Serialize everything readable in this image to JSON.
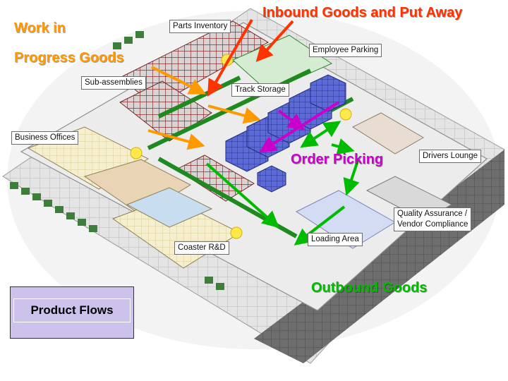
{
  "figure": {
    "area_labels": [
      {
        "key": "parts_inventory",
        "text": "Parts Inventory"
      },
      {
        "key": "employee_parking",
        "text": "Employee Parking"
      },
      {
        "key": "sub_assemblies",
        "text": "Sub-assemblies"
      },
      {
        "key": "track_storage",
        "text": "Track Storage"
      },
      {
        "key": "business_offices",
        "text": "Business Offices"
      },
      {
        "key": "drivers_lounge",
        "text": "Drivers Lounge"
      },
      {
        "key": "quality_assurance",
        "text": "Quality Assurance /\nVendor Compliance"
      },
      {
        "key": "coaster_rd",
        "text": "Coaster R&D"
      },
      {
        "key": "loading_area",
        "text": "Loading Area"
      }
    ],
    "flows": {
      "inbound": {
        "text": "Inbound Goods and Put Away",
        "color": "#ff3300"
      },
      "wip_line1": {
        "text": "Work in",
        "color": "#ff9900"
      },
      "wip_line2": {
        "text": "Progress Goods",
        "color": "#ff9900"
      },
      "picking": {
        "text": "Order Picking",
        "color": "#cc00cc"
      },
      "outbound": {
        "text": "Outbound Goods",
        "color": "#00bb00"
      }
    },
    "legend": {
      "text": "Product Flows",
      "fill": "#ccc2ec"
    }
  }
}
